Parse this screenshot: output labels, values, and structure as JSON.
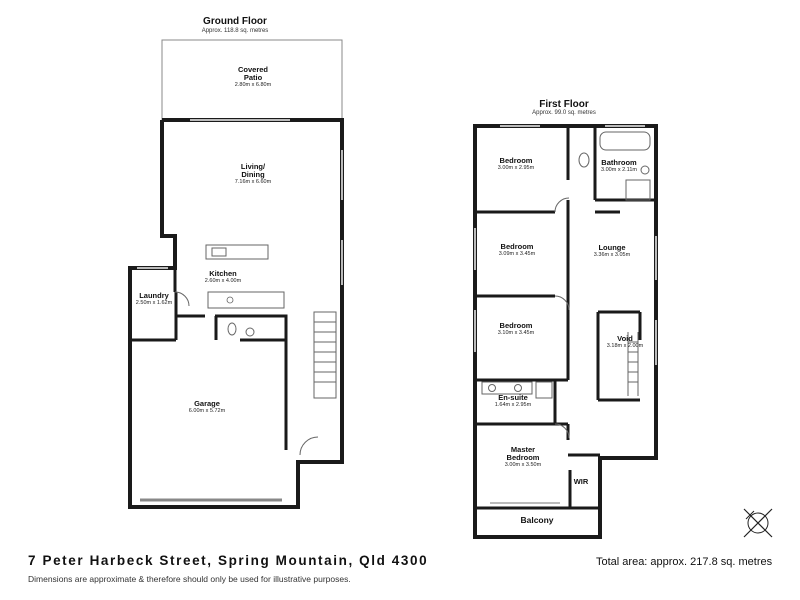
{
  "ground_floor": {
    "title": "Ground Floor",
    "area": "Approx. 118.8 sq. metres",
    "rooms": [
      {
        "key": "patio",
        "name": "Covered\nPatio",
        "dims": "2.80m x 6.80m"
      },
      {
        "key": "living",
        "name": "Living/\nDining",
        "dims": "7.16m x 6.60m"
      },
      {
        "key": "kitchen",
        "name": "Kitchen",
        "dims": "2.60m x 4.00m"
      },
      {
        "key": "laundry",
        "name": "Laundry",
        "dims": "2.50m x 1.62m"
      },
      {
        "key": "garage",
        "name": "Garage",
        "dims": "6.00m x 5.72m"
      }
    ]
  },
  "first_floor": {
    "title": "First Floor",
    "area": "Approx. 99.0 sq. metres",
    "rooms": [
      {
        "key": "bedroom1",
        "name": "Bedroom",
        "dims": "3.00m x 2.95m"
      },
      {
        "key": "bathroom",
        "name": "Bathroom",
        "dims": "3.00m x 2.11m"
      },
      {
        "key": "bedroom2",
        "name": "Bedroom",
        "dims": "3.09m x 3.45m"
      },
      {
        "key": "lounge",
        "name": "Lounge",
        "dims": "3.36m x 3.05m"
      },
      {
        "key": "bedroom3",
        "name": "Bedroom",
        "dims": "3.10m x 3.45m"
      },
      {
        "key": "void",
        "name": "Void",
        "dims": "3.18m x 2.00m"
      },
      {
        "key": "ensuite",
        "name": "En-suite",
        "dims": "1.64m x 2.95m"
      },
      {
        "key": "master",
        "name": "Master\nBedroom",
        "dims": "3.00m x 3.50m"
      },
      {
        "key": "wir",
        "name": "WIR",
        "dims": ""
      },
      {
        "key": "balcony",
        "name": "Balcony",
        "dims": ""
      }
    ]
  },
  "footer": {
    "address": "7 Peter Harbeck Street, Spring Mountain, Qld 4300",
    "disclaimer": "Dimensions are approximate & therefore should only be used for illustrative purposes.",
    "total_area": "Total area: approx. 217.8 sq. metres"
  },
  "compass": {
    "icon": "north-compass-icon"
  },
  "colors": {
    "wall": "#1a1a1a",
    "fixture": "#666666",
    "window": "#888888"
  }
}
